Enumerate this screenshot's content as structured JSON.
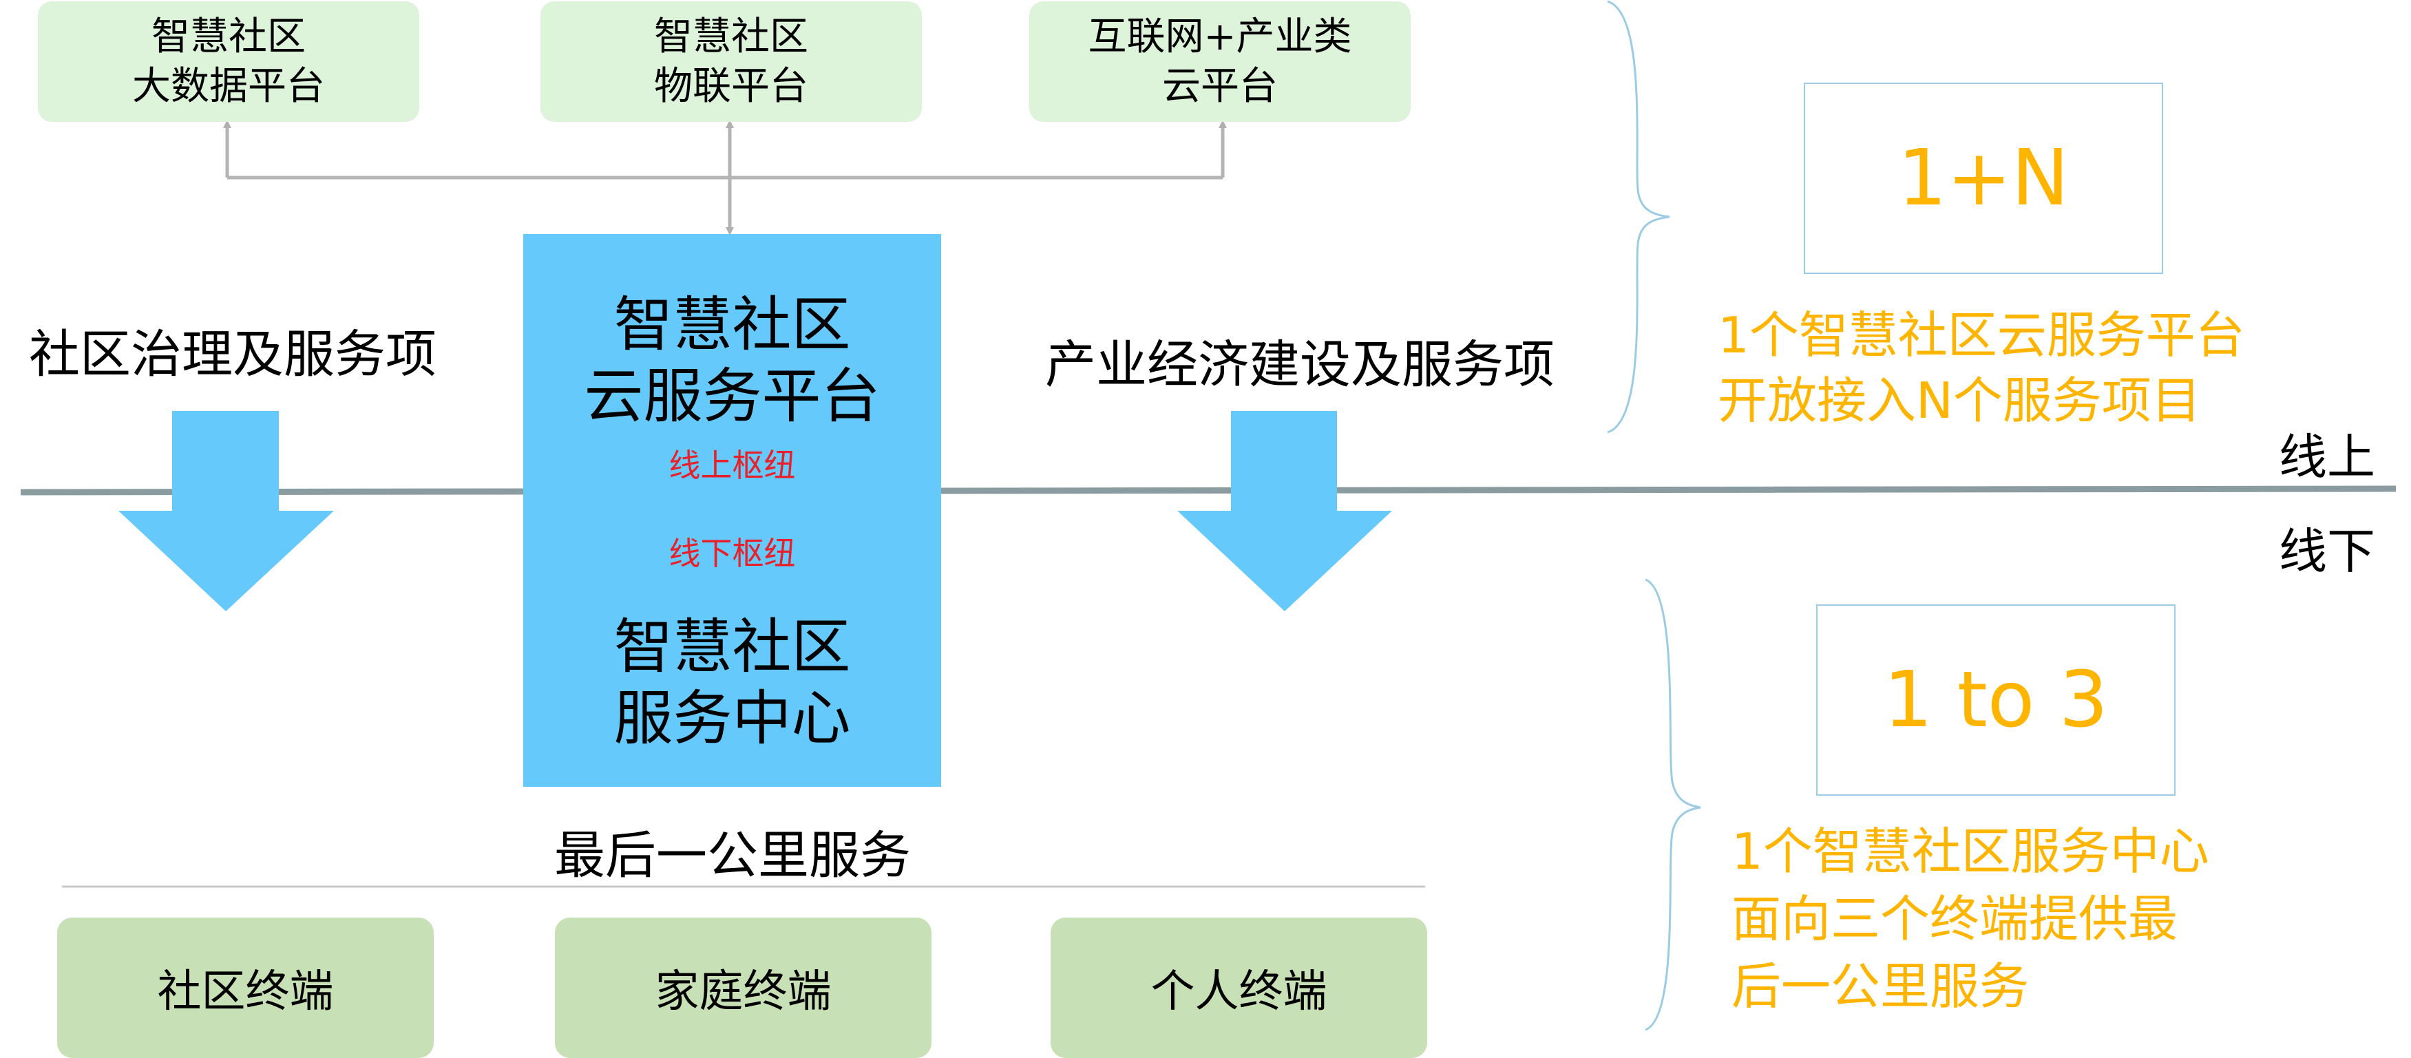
{
  "platforms": [
    {
      "label": "智慧社区\n大数据平台"
    },
    {
      "label": "智慧社区\n物联平台"
    },
    {
      "label": "互联网+产业类\n云平台"
    }
  ],
  "hub": {
    "top_label": "智慧社区\n云服务平台",
    "online_hub": "线上枢纽",
    "offline_hub": "线下枢纽",
    "bottom_label": "智慧社区\n服务中心"
  },
  "left_flow_label": "社区治理及服务项",
  "right_flow_label": "产业经济建设及服务项",
  "last_mile_label": "最后一公里服务",
  "terminals": [
    {
      "label": "社区终端"
    },
    {
      "label": "家庭终端"
    },
    {
      "label": "个人终端"
    }
  ],
  "online_label": "线上",
  "offline_label": "线下",
  "online_model": {
    "kpi": "1+N",
    "description": "1个智慧社区云服务平台\n开放接入N个服务项目"
  },
  "offline_model": {
    "kpi": "1 to 3",
    "description": "1个智慧社区服务中心\n面向三个终端提供最\n后一公里服务"
  },
  "colors": {
    "platform_fill": "#ddf4db",
    "terminal_fill": "#c8e0b6",
    "hub_fill": "#66c9fb",
    "arrow_fill": "#66c9fb",
    "accent_orange": "#ffb400",
    "hub_red": "#e8202a",
    "divider": "#8a9ca0"
  }
}
